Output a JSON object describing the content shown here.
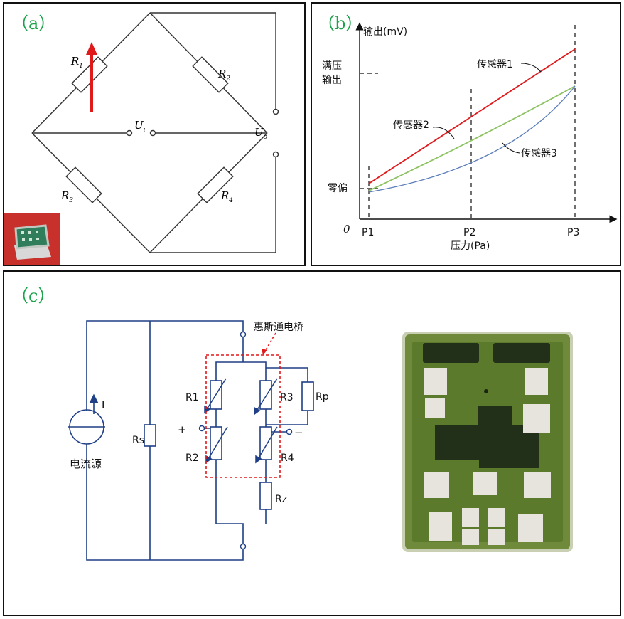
{
  "panels": {
    "a": {
      "tag": "（a）",
      "labels": {
        "r1": "R",
        "r1_sub": "1",
        "r2": "R",
        "r2_sub": "2",
        "r3": "R",
        "r3_sub": "3",
        "r4": "R",
        "r4_sub": "4",
        "ui": "U",
        "ui_sub": "i",
        "uo": "U",
        "uo_sub": "o"
      },
      "colors": {
        "arrow": "#e0191b",
        "wire": "#333333"
      }
    },
    "b": {
      "tag": "（b）",
      "y_axis_label": "输出(mV)",
      "x_axis_label": "压力(Pa)",
      "origin_label": "0",
      "full_scale_label_line1": "满压",
      "full_scale_label_line2": "输出",
      "zero_offset_label": "零偏",
      "ticks": [
        "P1",
        "P2",
        "P3"
      ],
      "series": [
        {
          "name": "传感器1",
          "color": "#e0191b"
        },
        {
          "name": "传感器2",
          "color": "#8dc363"
        },
        {
          "name": "传感器3",
          "color": "#5b7db8"
        }
      ]
    },
    "c": {
      "tag": "（c）",
      "bridge_title": "惠斯通电桥",
      "current_label": "I",
      "source_label": "电流源",
      "rs_label": "Rs",
      "r1_label": "R1",
      "r2_label": "R2",
      "r3_label": "R3",
      "r4_label": "R4",
      "rp_label": "Rp",
      "rz_label": "Rz",
      "plus_label": "+",
      "minus_label": "−",
      "colors": {
        "circuit": "#1f3f86",
        "dash": "#e0191b",
        "board": "#6f8a3a"
      }
    }
  },
  "chart_data": {
    "type": "line",
    "title": "",
    "xlabel": "压力(Pa)",
    "ylabel": "输出(mV)",
    "categories": [
      "P1",
      "P2",
      "P3"
    ],
    "series": [
      {
        "name": "传感器1",
        "shape": "linear"
      },
      {
        "name": "传感器2",
        "shape": "slightly concave"
      },
      {
        "name": "传感器3",
        "shape": "concave"
      }
    ]
  }
}
